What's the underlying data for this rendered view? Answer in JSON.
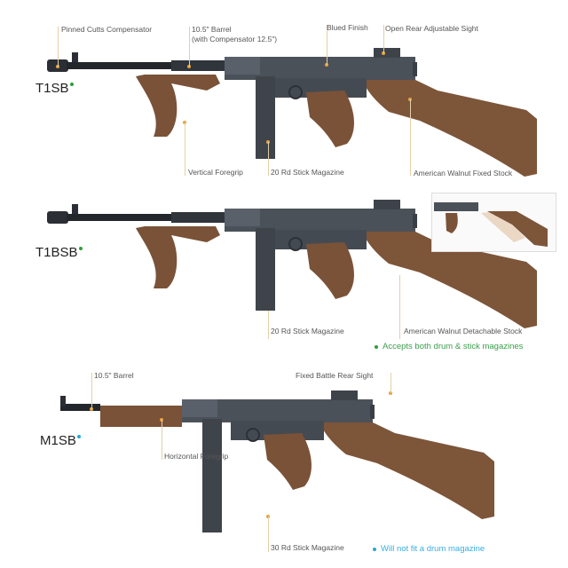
{
  "colors": {
    "wood": "#7a5238",
    "steel": "#4b5159",
    "callout": "#e8a23c",
    "green": "#2e9e3a",
    "blue": "#2aa6d8"
  },
  "t1sb": {
    "model": "T1SB",
    "labels": {
      "compensator": "Pinned Cutts Compensator",
      "barrel_1": "10.5\" Barrel",
      "barrel_2": "(with Compensator 12.5\")",
      "finish": "Blued Finish",
      "sight": "Open Rear Adjustable Sight",
      "foregrip": "Vertical Foregrip",
      "magazine": "20 Rd Stick Magazine",
      "stock": "American Walnut Fixed Stock"
    }
  },
  "t1bsb": {
    "model": "T1BSB",
    "labels": {
      "magazine": "20 Rd Stick Magazine",
      "stock": "American Walnut Detachable Stock"
    },
    "note": "Accepts both drum & stick magazines"
  },
  "m1sb": {
    "model": "M1SB",
    "labels": {
      "barrel": "10.5\" Barrel",
      "sight": "Fixed Battle Rear Sight",
      "foregrip": "Horizontal Foregrip",
      "magazine": "30 Rd Stick Magazine"
    },
    "note": "Will not fit a drum magazine"
  }
}
